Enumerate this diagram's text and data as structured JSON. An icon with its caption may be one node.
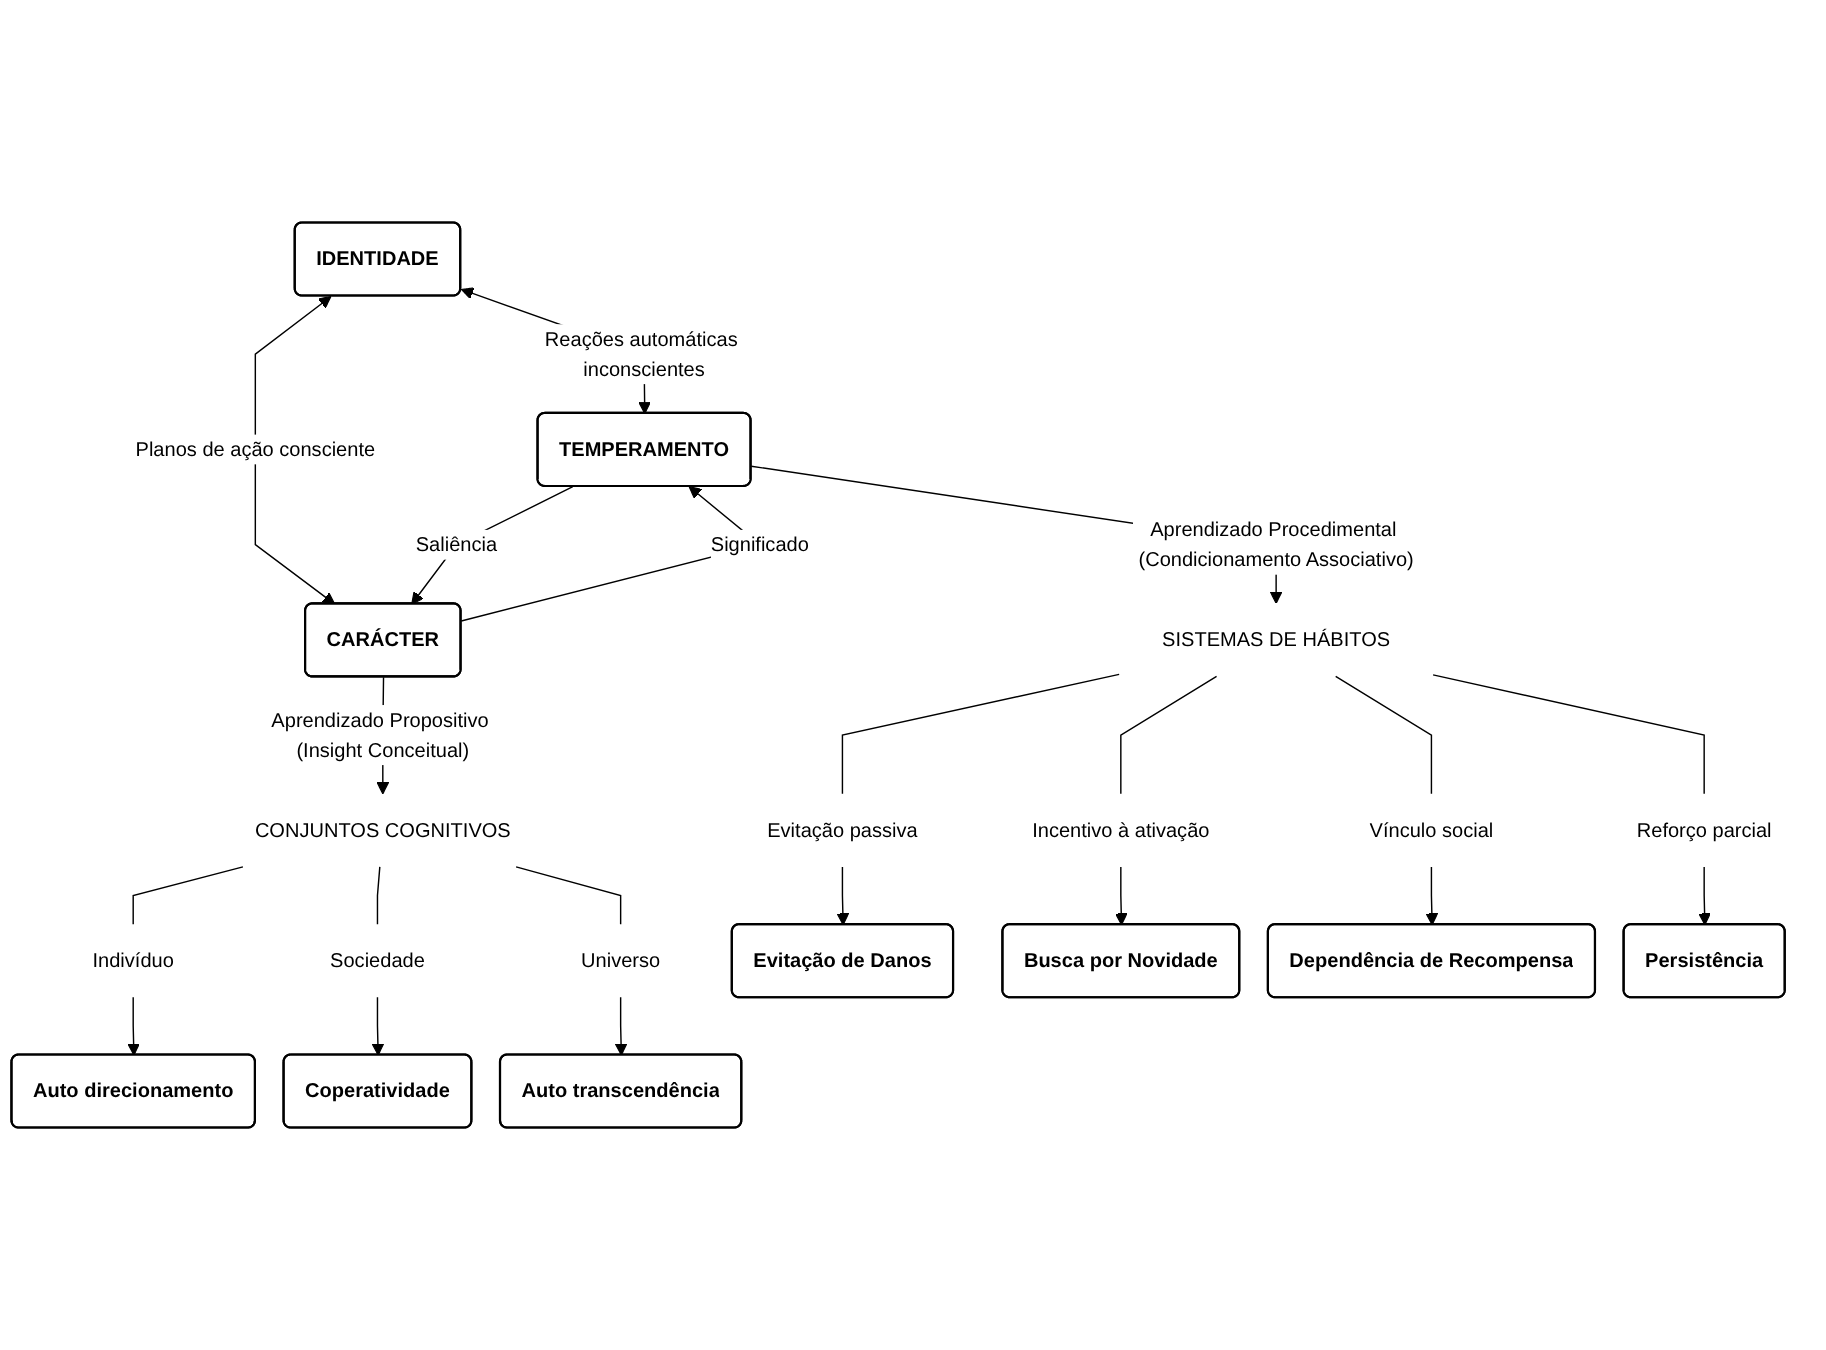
{
  "diagram": {
    "nodes": [
      {
        "text": [
          "IDENTIDADE"
        ]
      },
      {
        "text": [
          "TEMPERAMENTO"
        ]
      },
      {
        "text": [
          "CARÁCTER"
        ]
      },
      {
        "text": [
          "SISTEMAS DE HÁBITOS"
        ]
      },
      {
        "text": [
          "CONJUNTOS COGNITIVOS"
        ]
      },
      {
        "text": [
          "Evitação passiva"
        ]
      },
      {
        "text": [
          "Incentivo à ativação"
        ]
      },
      {
        "text": [
          "Vínculo social"
        ]
      },
      {
        "text": [
          "Reforço parcial"
        ]
      },
      {
        "text": [
          "Indivíduo"
        ]
      },
      {
        "text": [
          "Sociedade"
        ]
      },
      {
        "text": [
          "Universo"
        ]
      },
      {
        "text": [
          "Evitação de Danos"
        ]
      },
      {
        "text": [
          "Busca por Novidade"
        ]
      },
      {
        "text": [
          "Dependência de Recompensa"
        ]
      },
      {
        "text": [
          "Persistência"
        ]
      },
      {
        "text": [
          "Auto direcionamento"
        ]
      },
      {
        "text": [
          "Coperatividade"
        ]
      },
      {
        "text": [
          "Auto transcendência"
        ]
      }
    ],
    "edges": [
      {
        "from": 1,
        "to": 0,
        "arrow": "both",
        "label": "Reações automáticas inconscientes"
      },
      {
        "from": 2,
        "to": 0,
        "arrow": "both",
        "label": "Planos de ação consciente"
      },
      {
        "from": 1,
        "to": 2,
        "arrow": "to",
        "label": "Saliência"
      },
      {
        "from": 2,
        "to": 1,
        "arrow": "to",
        "label": "Significado"
      },
      {
        "from": 1,
        "to": 3,
        "arrow": "to",
        "label": "Aprendizado Procedimental (Condicionamento Associativo)"
      },
      {
        "from": 2,
        "to": 4,
        "arrow": "to",
        "label": "Aprendizado Propositivo (Insight Conceitual)"
      },
      {
        "from": 3,
        "to": 5,
        "arrow": "none"
      },
      {
        "from": 3,
        "to": 6,
        "arrow": "none"
      },
      {
        "from": 3,
        "to": 7,
        "arrow": "none"
      },
      {
        "from": 3,
        "to": 8,
        "arrow": "none"
      },
      {
        "from": 4,
        "to": 9,
        "arrow": "none"
      },
      {
        "from": 4,
        "to": 10,
        "arrow": "none"
      },
      {
        "from": 4,
        "to": 11,
        "arrow": "none"
      },
      {
        "from": 5,
        "to": 12,
        "arrow": "to"
      },
      {
        "from": 6,
        "to": 13,
        "arrow": "to"
      },
      {
        "from": 7,
        "to": 14,
        "arrow": "to"
      },
      {
        "from": 8,
        "to": 15,
        "arrow": "to"
      },
      {
        "from": 9,
        "to": 16,
        "arrow": "to"
      },
      {
        "from": 10,
        "to": 17,
        "arrow": "to"
      },
      {
        "from": 11,
        "to": 18,
        "arrow": "to"
      }
    ]
  }
}
